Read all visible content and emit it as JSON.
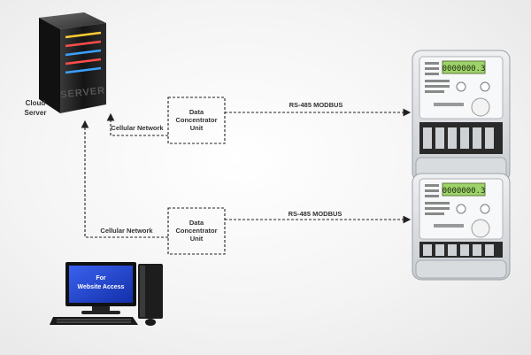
{
  "server": {
    "label_line1": "Cloud",
    "label_line2": "Server",
    "case_text": "SERVER"
  },
  "dcu_top": {
    "line1": "Data",
    "line2": "Concentrator",
    "line3": "Unit"
  },
  "dcu_bottom": {
    "line1": "Data",
    "line2": "Concentrator",
    "line3": "Unit"
  },
  "link_top": {
    "cellular": "Cellular Network",
    "bus": "RS-485 MODBUS"
  },
  "link_bottom": {
    "cellular": "Cellular Network",
    "bus": "RS-485 MODBUS"
  },
  "pc": {
    "screen_line1": "For",
    "screen_line2": "Website Access"
  },
  "meter_top": {
    "display": "0000000.3"
  },
  "meter_bottom": {
    "display": "0000000.3"
  },
  "colors": {
    "screen_blue": "#1b3fd1",
    "lcd_green": "#9ed36a",
    "line": "#333333"
  }
}
